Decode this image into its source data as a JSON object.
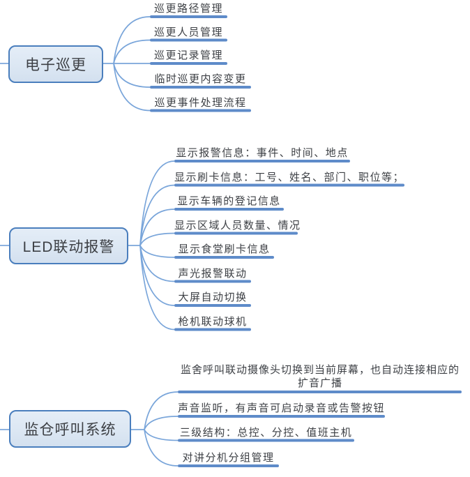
{
  "diagram": {
    "type": "mindmap",
    "colors": {
      "node_fill": "#dce7f3",
      "node_border": "#4a7ebd",
      "connector": "#79a5da",
      "underline": "#5e8bc9",
      "text": "#3d4045"
    },
    "sections": [
      {
        "label": "电子巡更",
        "branches": [
          {
            "label": "巡更路径管理"
          },
          {
            "label": "巡更人员管理"
          },
          {
            "label": "巡更记录管理"
          },
          {
            "label": "临时巡更内容变更"
          },
          {
            "label": "巡更事件处理流程"
          }
        ]
      },
      {
        "label": "LED联动报警",
        "branches": [
          {
            "label": "显示报警信息：事件、时间、地点"
          },
          {
            "label": "显示刷卡信息：工号、姓名、部门、职位等；"
          },
          {
            "label": "显示车辆的登记信息"
          },
          {
            "label": "显示区域人员数量、情况"
          },
          {
            "label": "显示食堂刷卡信息"
          },
          {
            "label": "声光报警联动"
          },
          {
            "label": "大屏自动切换"
          },
          {
            "label": "枪机联动球机"
          }
        ]
      },
      {
        "label": "监仓呼叫系统",
        "branches": [
          {
            "label": "监舍呼叫联动摄像头切换到当前屏幕，也自动连接相应的扩音广播"
          },
          {
            "label": "声音监听，有声音可启动录音或告警按钮"
          },
          {
            "label": "三级结构：总控、分控、值班主机"
          },
          {
            "label": "对讲分机分组管理"
          }
        ]
      }
    ]
  }
}
